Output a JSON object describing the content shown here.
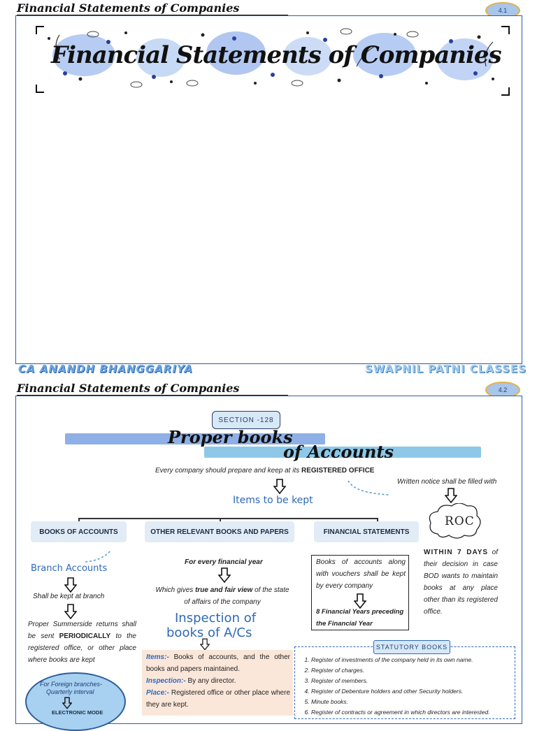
{
  "page1": {
    "header_title": "Financial Statements of Companies",
    "page_number": "4.1",
    "banner_title": "Financial Statements of Companies"
  },
  "footer": {
    "left": "CA ANANDH BHANGGARIYA",
    "right": "SWAPNIL PATNI CLASSES"
  },
  "page2": {
    "header_title": "Financial Statements of Companies",
    "page_number": "4.2",
    "section_label": "SECTION -128",
    "title_line1": "Proper books",
    "title_line2": "of Accounts",
    "intro_plain": "Every company should prepare and keep at its ",
    "intro_bold": "REGISTERED OFFICE",
    "items_heading": "Items to be kept",
    "written_notice": "Written notice shall be filled with",
    "roc": "ROC",
    "categories": [
      "BOOKS OF ACCOUNTS",
      "OTHER RELEVANT BOOKS AND PAPERS",
      "FINANCIAL STATEMENTS"
    ],
    "branch": {
      "heading": "Branch Accounts",
      "kept": "Shall be kept at branch",
      "returns_pre": "Proper Summerside returns shall be sent ",
      "returns_bold": "PERIODICALLY",
      "returns_post": " to the registered office, or other place where books are kept",
      "bubble_line1": "For Foreign branches-",
      "bubble_line2": "Quarterly interval",
      "bubble_line3": "ELECTRONIC MODE"
    },
    "middle": {
      "every_year": "For every financial year",
      "gives_pre": "Which gives ",
      "gives_bold": "true and fair view",
      "gives_post": " of the state of affairs of the company"
    },
    "fs_box": {
      "text": "Books of accounts along with vouchers shall be kept by every company",
      "bold": "8 Financial Years preceding the Financial Year"
    },
    "roc_note": {
      "bold": "WITHIN 7 DAYS",
      "text": " of their decision in case BOD wants to maintain books at any place other than its registered office."
    },
    "inspection": {
      "heading_line1": "Inspection of",
      "heading_line2": "books of A/Cs",
      "items_label": "Items:-",
      "items_text": " Books of accounts, and the other books and papers maintained.",
      "inspection_label": "Inspection:-",
      "inspection_text": " By any director.",
      "place_label": "Place:-",
      "place_text": " Registered office or other place where they are kept."
    },
    "statutory": {
      "label": "STATUTORY BOOKS",
      "items": [
        "Register of investments of the company held in its own name.",
        "Register of charges.",
        "Register of members.",
        "Register of Debenture holders and other Security holders.",
        "Minute books.",
        "Register of contracts or agreement in which directors are interested."
      ]
    }
  },
  "colors": {
    "frame_border": "#2a5fa8",
    "accent_blue": "#2e69b8",
    "pale_box": "#e2ecf7",
    "peach_box": "#fbe7da",
    "bar_blue": "#8fb0e6",
    "bar_light": "#8ec8e8"
  }
}
